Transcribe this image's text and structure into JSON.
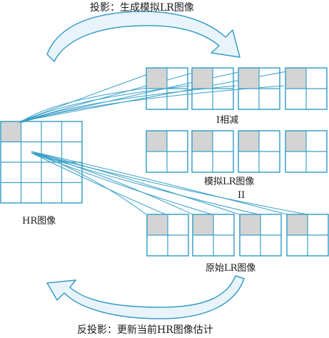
{
  "labels": {
    "top_title": "投影：生成模拟LR图像",
    "bottom_title": "反投影：更新当前HR图像估计",
    "hr": "HR图像",
    "subtract": "I相减",
    "simulated_lr": "模拟LR图像",
    "roman_two": "II",
    "original_lr": "原始LR图像"
  },
  "colors": {
    "grid_line": "#3aa0c8",
    "highlight_cell": "#d4d4d4",
    "arrow_fill": "#e8f4fa",
    "arrow_stroke": "#3a9cc8",
    "text": "#1a1a1a"
  },
  "icons": {
    "top_arrow": "curved-arrow-right-icon",
    "bottom_arrow": "curved-arrow-left-icon"
  }
}
